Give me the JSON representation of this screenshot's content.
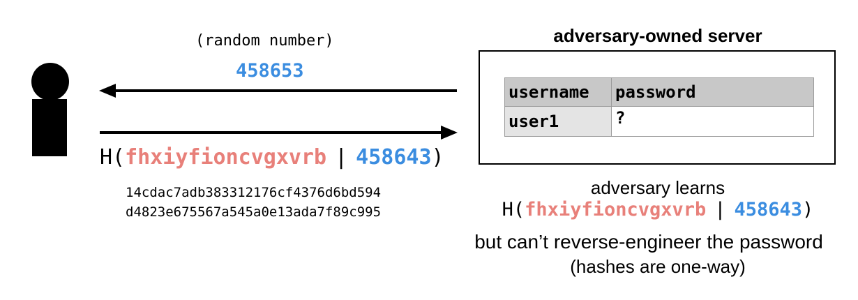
{
  "colors": {
    "password": "#e8807a",
    "number": "#3b8de0",
    "ink": "#000000"
  },
  "client": {
    "icon": "person-icon"
  },
  "challenge": {
    "label": "(random number)",
    "value": "458653"
  },
  "response": {
    "prefix": "H(",
    "password": "fhxiyfioncvgxvrb",
    "separator": "|",
    "number": "458643",
    "suffix": ")",
    "hash_lines": [
      "14cdac7adb383312176cf4376d6bd594",
      "d4823e675567a545a0e13ada7f89c995"
    ]
  },
  "server": {
    "title": "adversary-owned server",
    "table": {
      "columns": [
        "username",
        "password"
      ],
      "rows": [
        [
          "user1",
          "?"
        ]
      ]
    }
  },
  "caption": {
    "line1": "adversary learns",
    "expr": {
      "prefix": "H(",
      "password": "fhxiyfioncvgxvrb",
      "separator": "|",
      "number": "458643",
      "suffix": ")"
    },
    "line2": "but can’t reverse-engineer the password",
    "line3": "(hashes are one-way)"
  }
}
